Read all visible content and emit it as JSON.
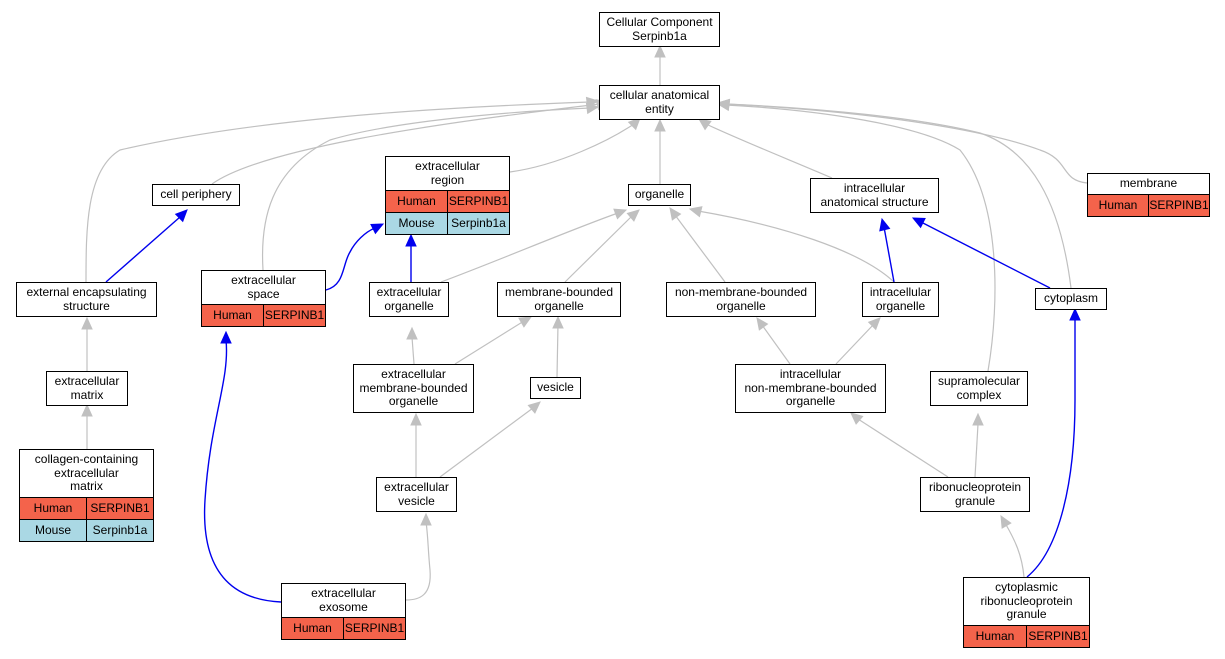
{
  "colors": {
    "is_a_edge": "#c0c0c0",
    "part_of_edge": "#0000ee",
    "human_row": "#f4634b",
    "mouse_row": "#aad8e4"
  },
  "nodes": {
    "root": {
      "lines": [
        "Cellular Component",
        "Serpinb1a"
      ],
      "annotations": []
    },
    "cellular_anatomical_entity": {
      "lines": [
        "cellular anatomical",
        "entity"
      ],
      "annotations": []
    },
    "cell_periphery": {
      "lines": [
        "cell periphery"
      ],
      "annotations": []
    },
    "extracellular_region": {
      "lines": [
        "extracellular",
        "region"
      ],
      "annotations": [
        {
          "species": "Human",
          "gene": "SERPINB1"
        },
        {
          "species": "Mouse",
          "gene": "Serpinb1a"
        }
      ]
    },
    "organelle": {
      "lines": [
        "organelle"
      ],
      "annotations": []
    },
    "intracellular_anatomical_structure": {
      "lines": [
        "intracellular",
        "anatomical structure"
      ],
      "annotations": []
    },
    "membrane": {
      "lines": [
        "membrane"
      ],
      "annotations": [
        {
          "species": "Human",
          "gene": "SERPINB1"
        }
      ]
    },
    "external_encapsulating_structure": {
      "lines": [
        "external encapsulating",
        "structure"
      ],
      "annotations": []
    },
    "extracellular_space": {
      "lines": [
        "extracellular",
        "space"
      ],
      "annotations": [
        {
          "species": "Human",
          "gene": "SERPINB1"
        }
      ]
    },
    "extracellular_organelle": {
      "lines": [
        "extracellular",
        "organelle"
      ],
      "annotations": []
    },
    "membrane_bounded_organelle": {
      "lines": [
        "membrane-bounded",
        "organelle"
      ],
      "annotations": []
    },
    "non_membrane_bounded_organelle": {
      "lines": [
        "non-membrane-bounded",
        "organelle"
      ],
      "annotations": []
    },
    "intracellular_organelle": {
      "lines": [
        "intracellular",
        "organelle"
      ],
      "annotations": []
    },
    "cytoplasm": {
      "lines": [
        "cytoplasm"
      ],
      "annotations": []
    },
    "extracellular_matrix": {
      "lines": [
        "extracellular",
        "matrix"
      ],
      "annotations": []
    },
    "extracellular_membrane_bounded_organelle": {
      "lines": [
        "extracellular",
        "membrane-bounded",
        "organelle"
      ],
      "annotations": []
    },
    "vesicle": {
      "lines": [
        "vesicle"
      ],
      "annotations": []
    },
    "intracellular_non_membrane_bounded_organelle": {
      "lines": [
        "intracellular",
        "non-membrane-bounded",
        "organelle"
      ],
      "annotations": []
    },
    "supramolecular_complex": {
      "lines": [
        "supramolecular",
        "complex"
      ],
      "annotations": []
    },
    "collagen_containing_extracellular_matrix": {
      "lines": [
        "collagen-containing",
        "extracellular",
        "matrix"
      ],
      "annotations": [
        {
          "species": "Human",
          "gene": "SERPINB1"
        },
        {
          "species": "Mouse",
          "gene": "Serpinb1a"
        }
      ]
    },
    "extracellular_vesicle": {
      "lines": [
        "extracellular",
        "vesicle"
      ],
      "annotations": []
    },
    "ribonucleoprotein_granule": {
      "lines": [
        "ribonucleoprotein",
        "granule"
      ],
      "annotations": []
    },
    "extracellular_exosome": {
      "lines": [
        "extracellular",
        "exosome"
      ],
      "annotations": [
        {
          "species": "Human",
          "gene": "SERPINB1"
        }
      ]
    },
    "cytoplasmic_ribonucleoprotein_granule": {
      "lines": [
        "cytoplasmic",
        "ribonucleoprotein",
        "granule"
      ],
      "annotations": [
        {
          "species": "Human",
          "gene": "SERPINB1"
        }
      ]
    }
  },
  "edges": [
    {
      "from": "cellular_anatomical_entity",
      "to": "root",
      "type": "is_a"
    },
    {
      "from": "cell_periphery",
      "to": "cellular_anatomical_entity",
      "type": "is_a"
    },
    {
      "from": "extracellular_region",
      "to": "cellular_anatomical_entity",
      "type": "is_a"
    },
    {
      "from": "organelle",
      "to": "cellular_anatomical_entity",
      "type": "is_a"
    },
    {
      "from": "intracellular_anatomical_structure",
      "to": "cellular_anatomical_entity",
      "type": "is_a"
    },
    {
      "from": "membrane",
      "to": "cellular_anatomical_entity",
      "type": "is_a"
    },
    {
      "from": "external_encapsulating_structure",
      "to": "cellular_anatomical_entity",
      "type": "is_a"
    },
    {
      "from": "extracellular_space",
      "to": "cellular_anatomical_entity",
      "type": "is_a"
    },
    {
      "from": "cytoplasm",
      "to": "cellular_anatomical_entity",
      "type": "is_a"
    },
    {
      "from": "supramolecular_complex",
      "to": "cellular_anatomical_entity",
      "type": "is_a"
    },
    {
      "from": "external_encapsulating_structure",
      "to": "cell_periphery",
      "type": "part_of"
    },
    {
      "from": "extracellular_space",
      "to": "extracellular_region",
      "type": "part_of"
    },
    {
      "from": "extracellular_organelle",
      "to": "extracellular_region",
      "type": "part_of"
    },
    {
      "from": "extracellular_organelle",
      "to": "organelle",
      "type": "is_a"
    },
    {
      "from": "membrane_bounded_organelle",
      "to": "organelle",
      "type": "is_a"
    },
    {
      "from": "non_membrane_bounded_organelle",
      "to": "organelle",
      "type": "is_a"
    },
    {
      "from": "intracellular_organelle",
      "to": "organelle",
      "type": "is_a"
    },
    {
      "from": "intracellular_organelle",
      "to": "intracellular_anatomical_structure",
      "type": "part_of"
    },
    {
      "from": "cytoplasm",
      "to": "intracellular_anatomical_structure",
      "type": "part_of"
    },
    {
      "from": "extracellular_matrix",
      "to": "external_encapsulating_structure",
      "type": "is_a"
    },
    {
      "from": "collagen_containing_extracellular_matrix",
      "to": "extracellular_matrix",
      "type": "is_a"
    },
    {
      "from": "extracellular_membrane_bounded_organelle",
      "to": "extracellular_organelle",
      "type": "is_a"
    },
    {
      "from": "extracellular_membrane_bounded_organelle",
      "to": "membrane_bounded_organelle",
      "type": "is_a"
    },
    {
      "from": "vesicle",
      "to": "membrane_bounded_organelle",
      "type": "is_a"
    },
    {
      "from": "intracellular_non_membrane_bounded_organelle",
      "to": "non_membrane_bounded_organelle",
      "type": "is_a"
    },
    {
      "from": "intracellular_non_membrane_bounded_organelle",
      "to": "intracellular_organelle",
      "type": "is_a"
    },
    {
      "from": "extracellular_vesicle",
      "to": "extracellular_membrane_bounded_organelle",
      "type": "is_a"
    },
    {
      "from": "extracellular_vesicle",
      "to": "vesicle",
      "type": "is_a"
    },
    {
      "from": "ribonucleoprotein_granule",
      "to": "intracellular_non_membrane_bounded_organelle",
      "type": "is_a"
    },
    {
      "from": "ribonucleoprotein_granule",
      "to": "supramolecular_complex",
      "type": "is_a"
    },
    {
      "from": "extracellular_exosome",
      "to": "extracellular_space",
      "type": "part_of"
    },
    {
      "from": "extracellular_exosome",
      "to": "extracellular_vesicle",
      "type": "is_a"
    },
    {
      "from": "cytoplasmic_ribonucleoprotein_granule",
      "to": "ribonucleoprotein_granule",
      "type": "is_a"
    },
    {
      "from": "cytoplasmic_ribonucleoprotein_granule",
      "to": "cytoplasm",
      "type": "part_of"
    }
  ]
}
